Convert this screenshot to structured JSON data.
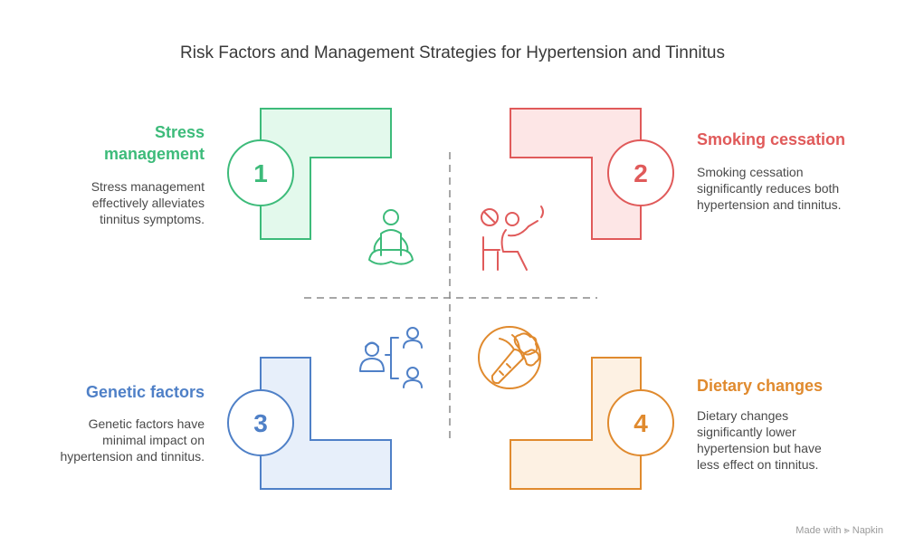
{
  "title": "Risk Factors and Management Strategies for Hypertension and Tinnitus",
  "quadrants": [
    {
      "number": "1",
      "heading_line1": "Stress",
      "heading_line2": "management",
      "desc_lines": [
        "Stress management",
        "effectively alleviates",
        "tinnitus symptoms."
      ],
      "color": "#3dbb7a",
      "fill": "#e3f9ec"
    },
    {
      "number": "2",
      "heading": "Smoking cessation",
      "desc_lines": [
        "Smoking cessation",
        "significantly reduces both",
        "hypertension and tinnitus."
      ],
      "color": "#e05a5a",
      "fill": "#fde6e6"
    },
    {
      "number": "3",
      "heading": "Genetic factors",
      "desc_lines": [
        "Genetic factors have",
        "minimal impact on",
        "hypertension and tinnitus."
      ],
      "color": "#4f80c7",
      "fill": "#e7effa"
    },
    {
      "number": "4",
      "heading": "Dietary changes",
      "desc_lines": [
        "Dietary changes",
        "significantly lower",
        "hypertension but have",
        "less effect on tinnitus."
      ],
      "color": "#e08a2e",
      "fill": "#fdf1e3"
    }
  ],
  "icons": [
    "meditation-icon",
    "no-smoking-icon",
    "family-tree-icon",
    "vegetables-icon"
  ],
  "credit": "Made with ⪢ Napkin"
}
